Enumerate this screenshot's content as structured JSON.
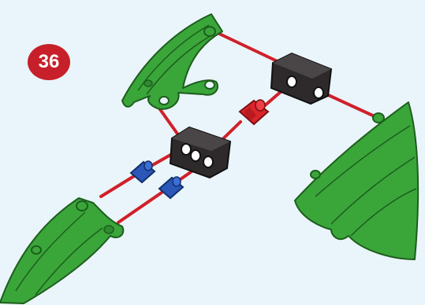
{
  "step": {
    "number": "36"
  },
  "colors": {
    "background": "#e9f5fb",
    "badge": "#c8202a",
    "green_part": "#3aa63a",
    "green_dark": "#1d5e1d",
    "connector_block": "#2e2a2b",
    "red_peg": "#d8242a",
    "blue_peg": "#2a57b8",
    "guide_line": "#d0202a"
  },
  "parts": {
    "top_wing": "green-curved-wing-part",
    "right_panel": "green-curved-panel-part",
    "lower_left_panel": "green-curved-panel-part",
    "upper_block": "black-three-hole-connector",
    "lower_block": "black-three-hole-connector",
    "red_peg": "red-short-peg",
    "blue_pegs": [
      "blue-short-peg",
      "blue-short-peg"
    ]
  }
}
